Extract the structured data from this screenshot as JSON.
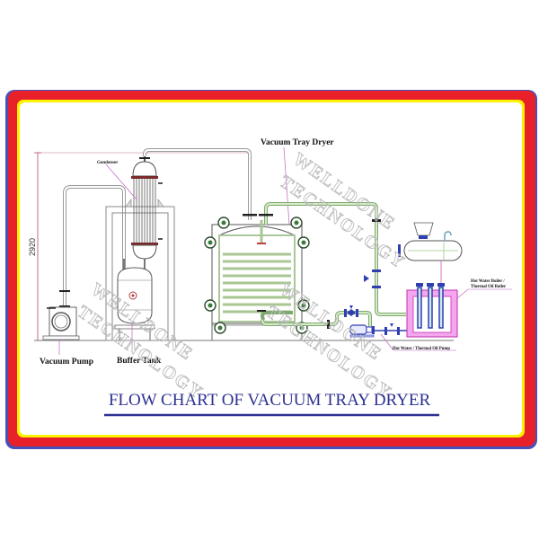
{
  "diagram": {
    "title": "FLOW CHART OF VACUUM TRAY DRYER",
    "watermark": {
      "line1": "WELLDONE",
      "line2": "TECHNOLOGY"
    },
    "dimension_label": "2920",
    "components": {
      "condenser": "Gondenser",
      "vacuum_tray_dryer": "Vacuum Tray Dryer",
      "vacuum_pump": "Vacuum Pump",
      "buffer_tank": "Buffer Tank",
      "boiler_line1": "Hot Water Boiler /",
      "boiler_line2": "Thermal Oil Boiler",
      "pump": "Hot Water / Thermal Oil Pump"
    },
    "colors": {
      "frame_outer": "#4a4fb8",
      "frame_red": "#e8202a",
      "frame_yellow": "#fff200",
      "title": "#2e3192",
      "heating_pipe": "#9cc98a",
      "valve_blue": "#2f3fb0",
      "boiler_insulation": "#e070d0",
      "leader_line": "#c060c0"
    }
  }
}
